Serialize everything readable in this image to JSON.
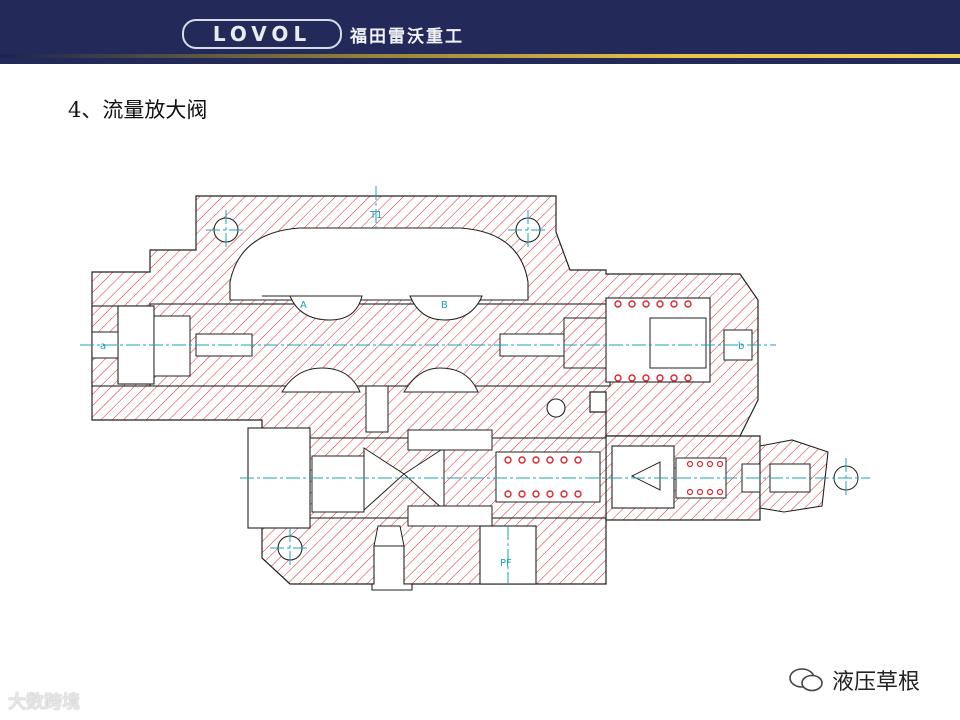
{
  "header": {
    "logo_text": "LOVOL",
    "company_name": "福田雷沃重工",
    "background_color": "#232a5a",
    "stripe_color": "#e9c14a"
  },
  "slide": {
    "title": "4、流量放大阀"
  },
  "diagram": {
    "port_labels": {
      "t1": "T1",
      "a": "A",
      "b_upper": "B",
      "a_left": "a",
      "b_right": "b",
      "pf": "PF"
    },
    "colors": {
      "hatch": "#d9262b",
      "outline": "#222222",
      "centerline": "#1aa3b8",
      "spring": "#d9262b"
    }
  },
  "watermarks": {
    "left": "大数跨境",
    "right": "液压草根"
  }
}
